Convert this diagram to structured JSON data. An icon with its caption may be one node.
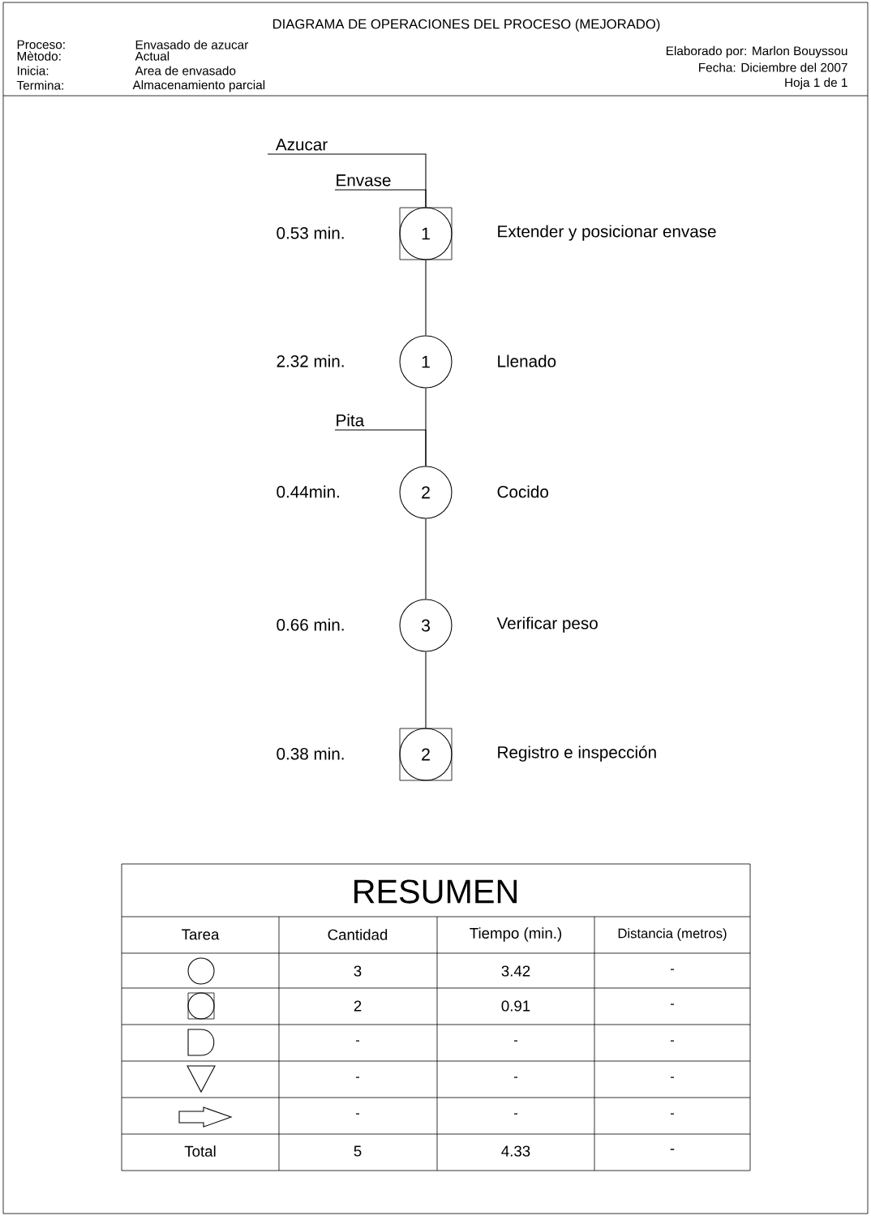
{
  "diagram": {
    "title": "DIAGRAMA DE OPERACIONES DEL PROCESO (MEJORADO)",
    "nodes": [
      {
        "text": [
          "Azucar"
        ]
      },
      {
        "text": [
          "Envase"
        ]
      },
      {
        "text": [
          "1"
        ],
        "beside": [
          "0.53 min.",
          "Extender y posicionar envase"
        ]
      },
      {
        "text": [
          "1"
        ],
        "beside": [
          "2.32 min.",
          "Llenado"
        ]
      },
      {
        "text": [
          "Pita"
        ]
      },
      {
        "text": [
          "2"
        ],
        "beside": [
          "0.44min.",
          "Cocido"
        ]
      },
      {
        "text": [
          "3"
        ],
        "beside": [
          "0.66 min.",
          "Verificar peso"
        ]
      },
      {
        "text": [
          "2"
        ],
        "beside": [
          "0.38 min.",
          "Registro e inspección"
        ]
      }
    ],
    "edges": [
      {
        "from": 0,
        "to": 2,
        "arrow": "none"
      },
      {
        "from": 1,
        "to": 2,
        "arrow": "none"
      },
      {
        "from": 2,
        "to": 3,
        "arrow": "none"
      },
      {
        "from": 3,
        "to": 5,
        "arrow": "none"
      },
      {
        "from": 4,
        "to": 5,
        "arrow": "none"
      },
      {
        "from": 5,
        "to": 6,
        "arrow": "none"
      },
      {
        "from": 6,
        "to": 7,
        "arrow": "none"
      }
    ],
    "labels": [
      "Proceso:",
      "Envasado de azucar",
      "Mètodo:",
      "Actual",
      "Inicia:",
      "Area de envasado",
      "Termina:",
      "Almacenamiento parcial",
      "Elaborado por: Marlon Bouyssou",
      "Fecha: Diciembre del 2007",
      "Hoja  1 de 1",
      "RESUMEN",
      "Tarea",
      "Cantidad",
      "Tiempo (min.)",
      "Distancia (metros)",
      "3",
      "3.42",
      "-",
      "2",
      "0.91",
      "-",
      "-",
      "-",
      "-",
      "-",
      "-",
      "-",
      "-",
      "-",
      "-",
      "Total",
      "5",
      "4.33",
      "-"
    ]
  }
}
